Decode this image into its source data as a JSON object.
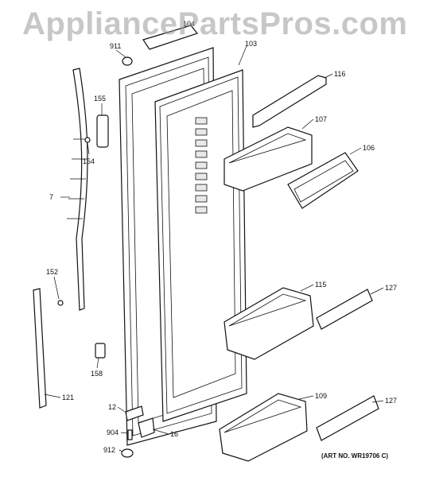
{
  "watermark": "AppliancePartsPros.com",
  "art_number": "(ART NO. WR19706 C)",
  "callouts": {
    "c7": "7",
    "c12": "12",
    "c16": "16",
    "c103": "103",
    "c104": "104",
    "c106": "106",
    "c107": "107",
    "c109": "109",
    "c115": "115",
    "c116": "116",
    "c121": "121",
    "c127a": "127",
    "c127b": "127",
    "c152": "152",
    "c154": "154",
    "c155": "155",
    "c158": "158",
    "c904": "904",
    "c911": "911",
    "c912": "912"
  }
}
